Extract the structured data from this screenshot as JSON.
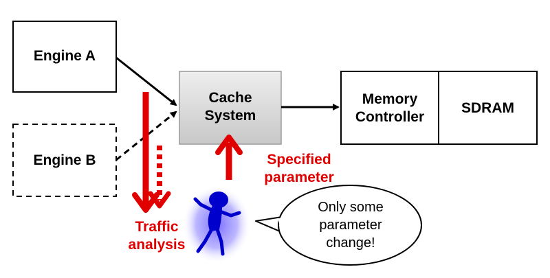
{
  "diagram": {
    "engine_a": "Engine A",
    "engine_b": "Engine B",
    "cache_line1": "Cache",
    "cache_line2": "System",
    "memory_line1": "Memory",
    "memory_line2": "Controller",
    "sdram": "SDRAM",
    "traffic_line1": "Traffic",
    "traffic_line2": "analysis",
    "specified_line1": "Specified",
    "specified_line2": "parameter",
    "bubble_line1": "Only some",
    "bubble_line2": "parameter",
    "bubble_line3": "change!",
    "colors": {
      "red": "#e00000",
      "cache_fill": "#d9d9d9",
      "glow": "#6b5cff",
      "figure": "#0000cc"
    },
    "icons": [
      "attacker-figure-icon",
      "speech-bubble-icon"
    ]
  }
}
